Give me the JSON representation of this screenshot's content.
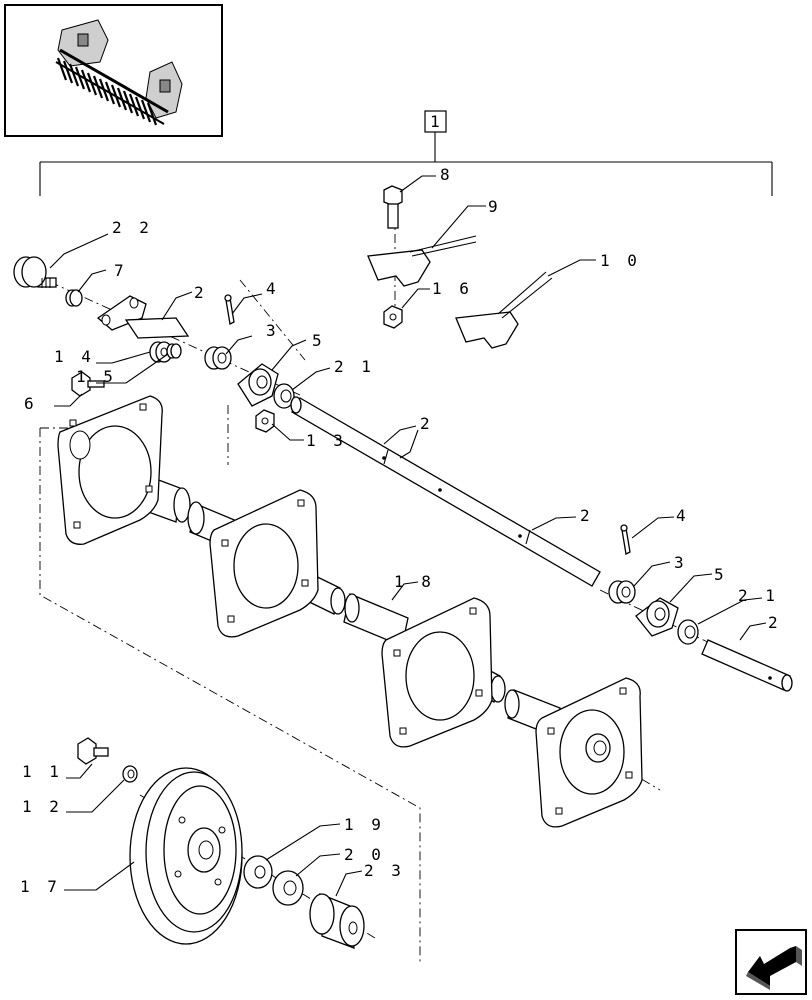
{
  "assembly_ref": "1",
  "callouts": [
    {
      "id": "c22",
      "text": "2 2"
    },
    {
      "id": "c7",
      "text": "7"
    },
    {
      "id": "c2a",
      "text": "2"
    },
    {
      "id": "c4a",
      "text": "4"
    },
    {
      "id": "c3a",
      "text": "3"
    },
    {
      "id": "c5a",
      "text": "5"
    },
    {
      "id": "c14",
      "text": "1 4"
    },
    {
      "id": "c15",
      "text": "1 5"
    },
    {
      "id": "c6",
      "text": "6"
    },
    {
      "id": "c21a",
      "text": "2 1"
    },
    {
      "id": "c13",
      "text": "1 3"
    },
    {
      "id": "c8",
      "text": "8"
    },
    {
      "id": "c9",
      "text": "9"
    },
    {
      "id": "c16",
      "text": "1 6"
    },
    {
      "id": "c10",
      "text": "1 0"
    },
    {
      "id": "c2b",
      "text": "2"
    },
    {
      "id": "c2c",
      "text": "2"
    },
    {
      "id": "c4b",
      "text": "4"
    },
    {
      "id": "c3b",
      "text": "3"
    },
    {
      "id": "c5b",
      "text": "5"
    },
    {
      "id": "c21b",
      "text": "2 1"
    },
    {
      "id": "c2d",
      "text": "2"
    },
    {
      "id": "c18",
      "text": "1 8"
    },
    {
      "id": "c11",
      "text": "1 1"
    },
    {
      "id": "c12",
      "text": "1 2"
    },
    {
      "id": "c19",
      "text": "1 9"
    },
    {
      "id": "c20",
      "text": "2 0"
    },
    {
      "id": "c23",
      "text": "2 3"
    },
    {
      "id": "c17",
      "text": "1 7"
    }
  ]
}
